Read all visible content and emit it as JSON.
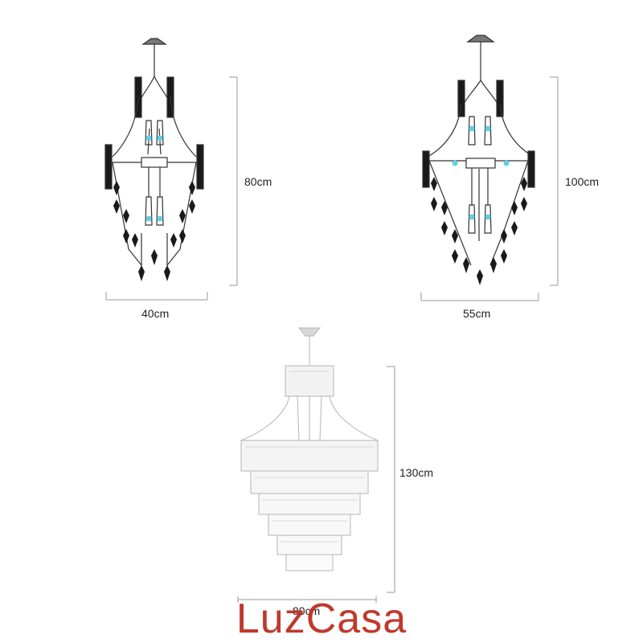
{
  "products": [
    {
      "width": "40cm",
      "height": "80cm"
    },
    {
      "width": "55cm",
      "height": "100cm"
    },
    {
      "width": "80cm",
      "height": "130cm"
    }
  ],
  "brand": {
    "name": "LuzCasa",
    "color": "#c0392b"
  },
  "colors": {
    "frame": "#333333",
    "crystal_dark": "#1a1a1a",
    "bulb": "#5fd0e0",
    "clear_crystal": "#b5b5b5",
    "dimension_line": "#9a9a9a"
  }
}
